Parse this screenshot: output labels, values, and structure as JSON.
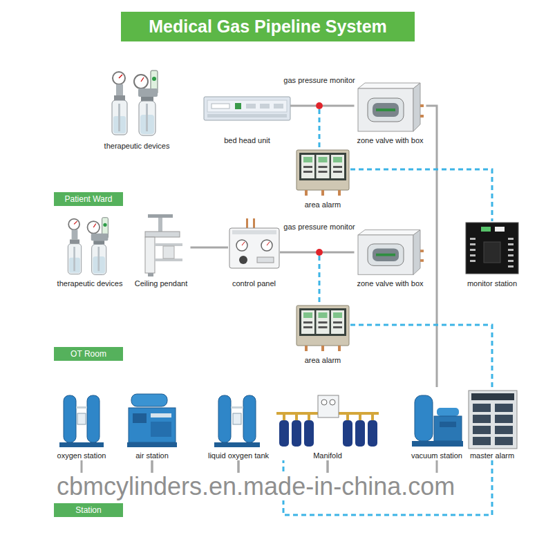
{
  "diagram": {
    "title": "Medical Gas Pipeline System",
    "nodes": [
      {
        "text": [
          "therapeutic devices"
        ]
      },
      {
        "text": [
          "bed head unit"
        ]
      },
      {
        "text": [
          "gas pressure monitor"
        ]
      },
      {
        "text": [
          "zone valve with box"
        ]
      },
      {
        "text": [
          "area alarm"
        ]
      },
      {
        "text": [
          "Patient Ward"
        ]
      },
      {
        "text": [
          "therapeutic devices"
        ]
      },
      {
        "text": [
          "Ceiling pendant"
        ]
      },
      {
        "text": [
          "control panel"
        ]
      },
      {
        "text": [
          "gas pressure monitor"
        ]
      },
      {
        "text": [
          "zone valve with box"
        ]
      },
      {
        "text": [
          "monitor station"
        ]
      },
      {
        "text": [
          "area alarm"
        ]
      },
      {
        "text": [
          "OT Room"
        ]
      },
      {
        "text": [
          "oxygen station"
        ]
      },
      {
        "text": [
          "air station"
        ]
      },
      {
        "text": [
          "liquid oxygen tank"
        ]
      },
      {
        "text": [
          "Manifold"
        ]
      },
      {
        "text": [
          "vacuum station"
        ]
      },
      {
        "text": [
          "master alarm"
        ]
      },
      {
        "text": [
          "Station"
        ]
      }
    ],
    "edges": [
      {
        "from": 1,
        "to": 2,
        "arrow": "none"
      },
      {
        "from": 2,
        "to": 3,
        "arrow": "none"
      },
      {
        "from": 2,
        "to": 4,
        "arrow": "none"
      },
      {
        "from": 3,
        "to": 18,
        "arrow": "none"
      },
      {
        "from": 4,
        "to": 11,
        "arrow": "none"
      },
      {
        "from": 7,
        "to": 8,
        "arrow": "none"
      },
      {
        "from": 8,
        "to": 9,
        "arrow": "none"
      },
      {
        "from": 9,
        "to": 10,
        "arrow": "none"
      },
      {
        "from": 9,
        "to": 12,
        "arrow": "none"
      },
      {
        "from": 12,
        "to": 19,
        "arrow": "none"
      },
      {
        "from": 19,
        "to": 17,
        "arrow": "none"
      },
      {
        "from": 14,
        "to": 15,
        "arrow": "none"
      },
      {
        "from": 15,
        "to": 16,
        "arrow": "none"
      },
      {
        "from": 16,
        "to": 17,
        "arrow": "none"
      },
      {
        "from": 17,
        "to": 18,
        "arrow": "none"
      }
    ],
    "labels": [
      "cbmcylinders.en.made-in-china.com"
    ]
  }
}
